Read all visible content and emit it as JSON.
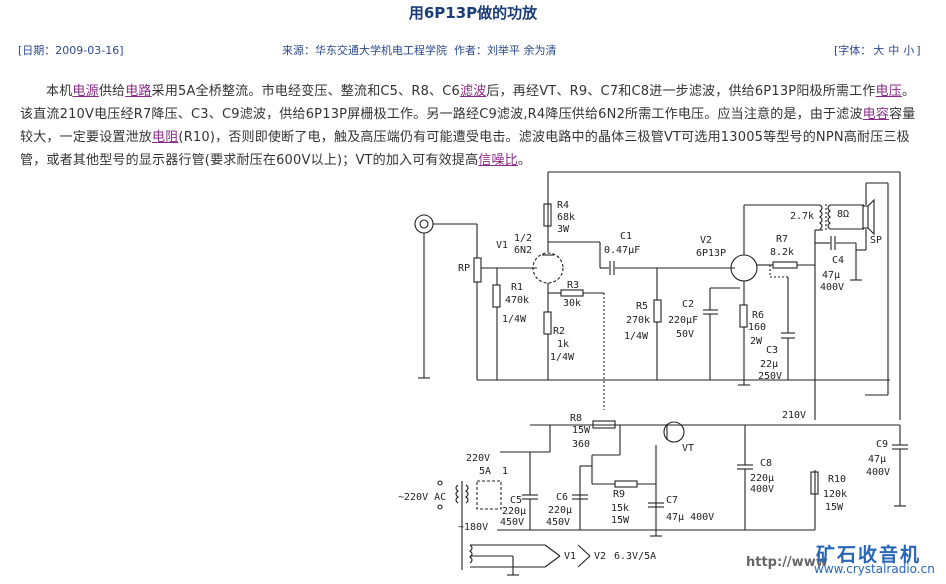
{
  "article": {
    "title": "用6P13P做的功放",
    "date_label": "[日期：2009-03-16]",
    "source_label": "来源：华东交通大学机电工程学院",
    "author_label": "作者：刘举平 余为清",
    "font_size_prefix": "[字体：",
    "font_sizes": [
      "大",
      "中",
      "小"
    ],
    "font_size_suffix": "]"
  },
  "body": {
    "segments": [
      {
        "t": "本机"
      },
      {
        "t": "电源",
        "link": true
      },
      {
        "t": "供给"
      },
      {
        "t": "电路",
        "link": true
      },
      {
        "t": "采用5A全桥整流。市电经变压、整流和C5、R8、C6"
      },
      {
        "t": "滤波",
        "link": true
      },
      {
        "t": "后，再经VT、R9、C7和C8进一步滤波，供给6P13P阳极所需工作"
      },
      {
        "t": "电压",
        "link": true
      },
      {
        "t": "。该直流210V电压经R7降压、C3、C9滤波，供给6P13P屏栅极工作。另一路经C9滤波,R4降压供给6N2所需工作电压。应当注意的是，由于滤波"
      },
      {
        "t": "电容",
        "link": true
      },
      {
        "t": "容量较大，一定要设置泄放"
      },
      {
        "t": "电阻",
        "link": true
      },
      {
        "t": "(R10)，否则即使断了电，触及高压端仍有可能遭受电击。滤波电路中的晶体三极管VT可选用13005等型号的NPN高耐压三极管，或者其他型号的显示器行管(要求耐压在600V以上)；VT的加入可有效提高"
      },
      {
        "t": "信噪比",
        "link": true
      },
      {
        "t": "。"
      }
    ]
  },
  "schematic": {
    "labels": {
      "R4": [
        "R4",
        "68k",
        "3W"
      ],
      "V1": [
        "V1",
        "1/2",
        "6N2"
      ],
      "C1": [
        "C1",
        "0.47μF"
      ],
      "V2": [
        "V2",
        "6P13P"
      ],
      "R7": [
        "R7",
        "8.2k"
      ],
      "T": [
        "2.7k",
        "8Ω"
      ],
      "SP": "SP",
      "C4": [
        "C4",
        "47μ",
        "400V"
      ],
      "RP": "RP",
      "R1": [
        "R1",
        "470k",
        "1/4W"
      ],
      "R3": [
        "R3",
        "30k"
      ],
      "R2": [
        "R2",
        "1k",
        "1/4W"
      ],
      "R5": [
        "R5",
        "270k",
        "1/4W"
      ],
      "C2": [
        "C2",
        "220μF",
        "50V"
      ],
      "R6": [
        "R6",
        "160",
        "2W"
      ],
      "C3": [
        "C3",
        "22μ",
        "250V"
      ],
      "R8": [
        "R8",
        "15W",
        "360"
      ],
      "VT": "VT",
      "V210": "210V",
      "C9": [
        "C9",
        "47μ",
        "400V"
      ],
      "V220": [
        "220V",
        "5A",
        "1"
      ],
      "AC": "~220V AC",
      "V180": "~180V",
      "C5": [
        "C5",
        "220μ",
        "450V"
      ],
      "C6": [
        "C6",
        "220μ",
        "450V"
      ],
      "R9": [
        "R9",
        "15k",
        "15W"
      ],
      "C7": [
        "C7",
        "47μ 400V"
      ],
      "C8": [
        "C8",
        "220μ",
        "400V"
      ],
      "R10": [
        "R10",
        "120k",
        "15W"
      ],
      "heater": [
        "V1",
        "V2",
        "6.3V/5A"
      ]
    }
  },
  "watermark": {
    "cn": "矿石收音机",
    "url": "www.crystalradio.cn",
    "http": "http://www"
  }
}
